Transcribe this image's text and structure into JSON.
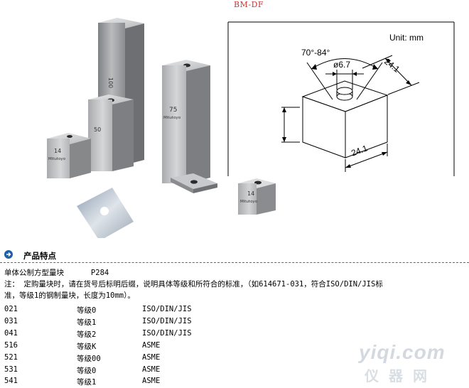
{
  "page_code": "BM-DF",
  "drawing": {
    "unit_label": "Unit: mm",
    "angle_label": "70°-84°",
    "hole_label": "ø6.7",
    "dim_top": "24.1",
    "dim_bottom": "24.1"
  },
  "block_marks": {
    "tall_block": "100",
    "mid_block": "75",
    "small_block": "50",
    "cube_left": "14",
    "cube_right": "14",
    "brand": "Mitutoyo"
  },
  "section": {
    "title": "产品特点",
    "icon": "arrow-right-circle-icon"
  },
  "intro": {
    "line1": "单体公制方型量块      P284",
    "line2": "注： 定购量块时，请在货号后标明后缀，说明具体等级和所符合的标准，（如614671-031，符合ISO/DIN/JIS标",
    "line3": "准，等级1的钢制量块，长度为10mm）。"
  },
  "table": [
    {
      "code": "021",
      "grade": "等级0",
      "standard": "ISO/DIN/JIS"
    },
    {
      "code": "031",
      "grade": "等级1",
      "standard": "ISO/DIN/JIS"
    },
    {
      "code": "041",
      "grade": "等级2",
      "standard": "ISO/DIN/JIS"
    },
    {
      "code": "516",
      "grade": "等级K",
      "standard": "ASME"
    },
    {
      "code": "521",
      "grade": "等级00",
      "standard": "ASME"
    },
    {
      "code": "531",
      "grade": "等级0",
      "standard": "ASME"
    },
    {
      "code": "541",
      "grade": "等级1",
      "standard": "ASME"
    }
  ],
  "watermark": {
    "line1": "yiqi.com",
    "line2": "仪器网"
  },
  "colors": {
    "code_red": "#cc3333",
    "icon_blue": "#1e5fa8"
  }
}
